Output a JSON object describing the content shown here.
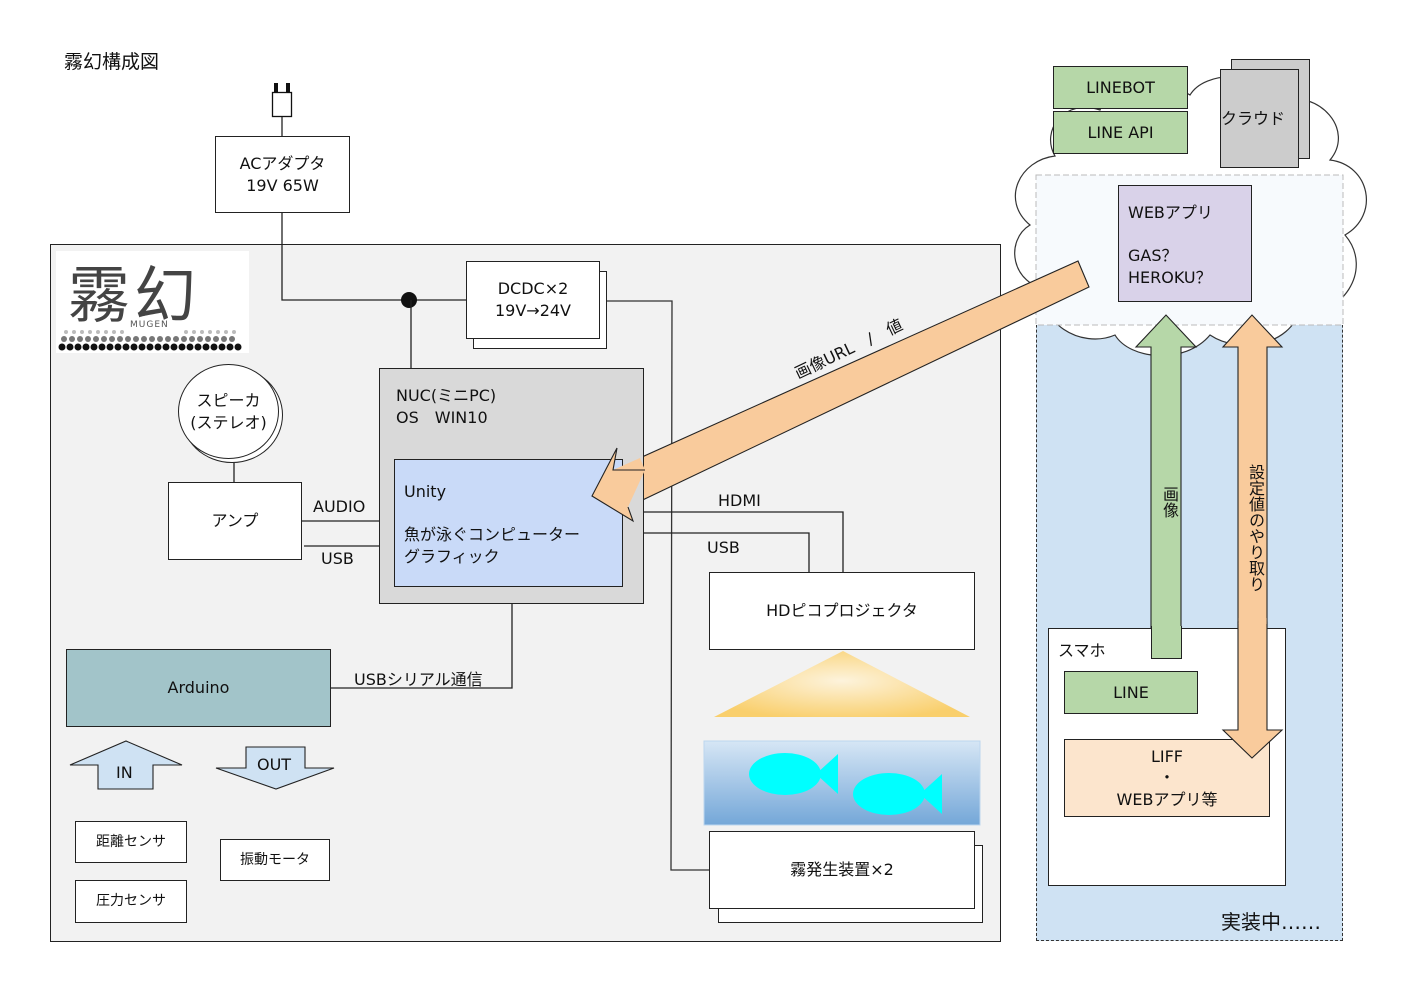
{
  "title": "霧幻構成図",
  "colors": {
    "main_panel_bg": "#f2f2f2",
    "nuc_bg": "#d9d9d9",
    "unity_bg": "#c9daf8",
    "arduino_bg": "#a2c4c9",
    "io_arrow_bg": "#cfe2f3",
    "green_bg": "#b6d7a8",
    "orange_arrow": "#f9cb9c",
    "liff_bg": "#fce5cd",
    "webapp_bg": "#d9d2e9",
    "cloud_gray": "#cccccc",
    "impl_bg": "#cfe2f3",
    "fish": "#00ffff"
  },
  "power": {
    "plug_icon": "plug-icon",
    "ac_adapter": "ACアダプタ\n19V 65W",
    "dcdc": "DCDC×2\n19V→24V"
  },
  "logo": {
    "kanji": "霧幻",
    "sub": "MUGEN"
  },
  "devices": {
    "speaker": "スピーカ\n(ステレオ)",
    "amp": "アンプ",
    "nuc_title": "NUC(ミニPC)\nOS　WIN10",
    "unity_line1": "Unity",
    "unity_line2": "魚が泳ぐコンピューター\nグラフィック",
    "arduino": "Arduino",
    "in_label": "IN",
    "out_label": "OUT",
    "sensor_distance": "距離センサ",
    "sensor_pressure": "圧力センサ",
    "vibration_motor": "振動モータ",
    "projector": "HDピコプロジェクタ",
    "fog_device": "霧発生装置×2"
  },
  "connections": {
    "audio": "AUDIO",
    "usb_amp": "USB",
    "hdmi": "HDMI",
    "usb_projector": "USB",
    "usb_serial": "USBシリアル通信",
    "image_url": "画像URL　/　値"
  },
  "cloud": {
    "linebot": "LINEBOT",
    "line_api": "LINE API",
    "cloud_label": "クラウド",
    "webapp": "WEBアプリ\n\nGAS？\nHEROKU？"
  },
  "implementation": {
    "status": "実装中……",
    "smartphone": "スマホ",
    "line": "LINE",
    "liff": "LIFF\n・\nWEBアプリ等",
    "image_arrow": "画像",
    "settings_arrow": "設定値のやり取り"
  }
}
